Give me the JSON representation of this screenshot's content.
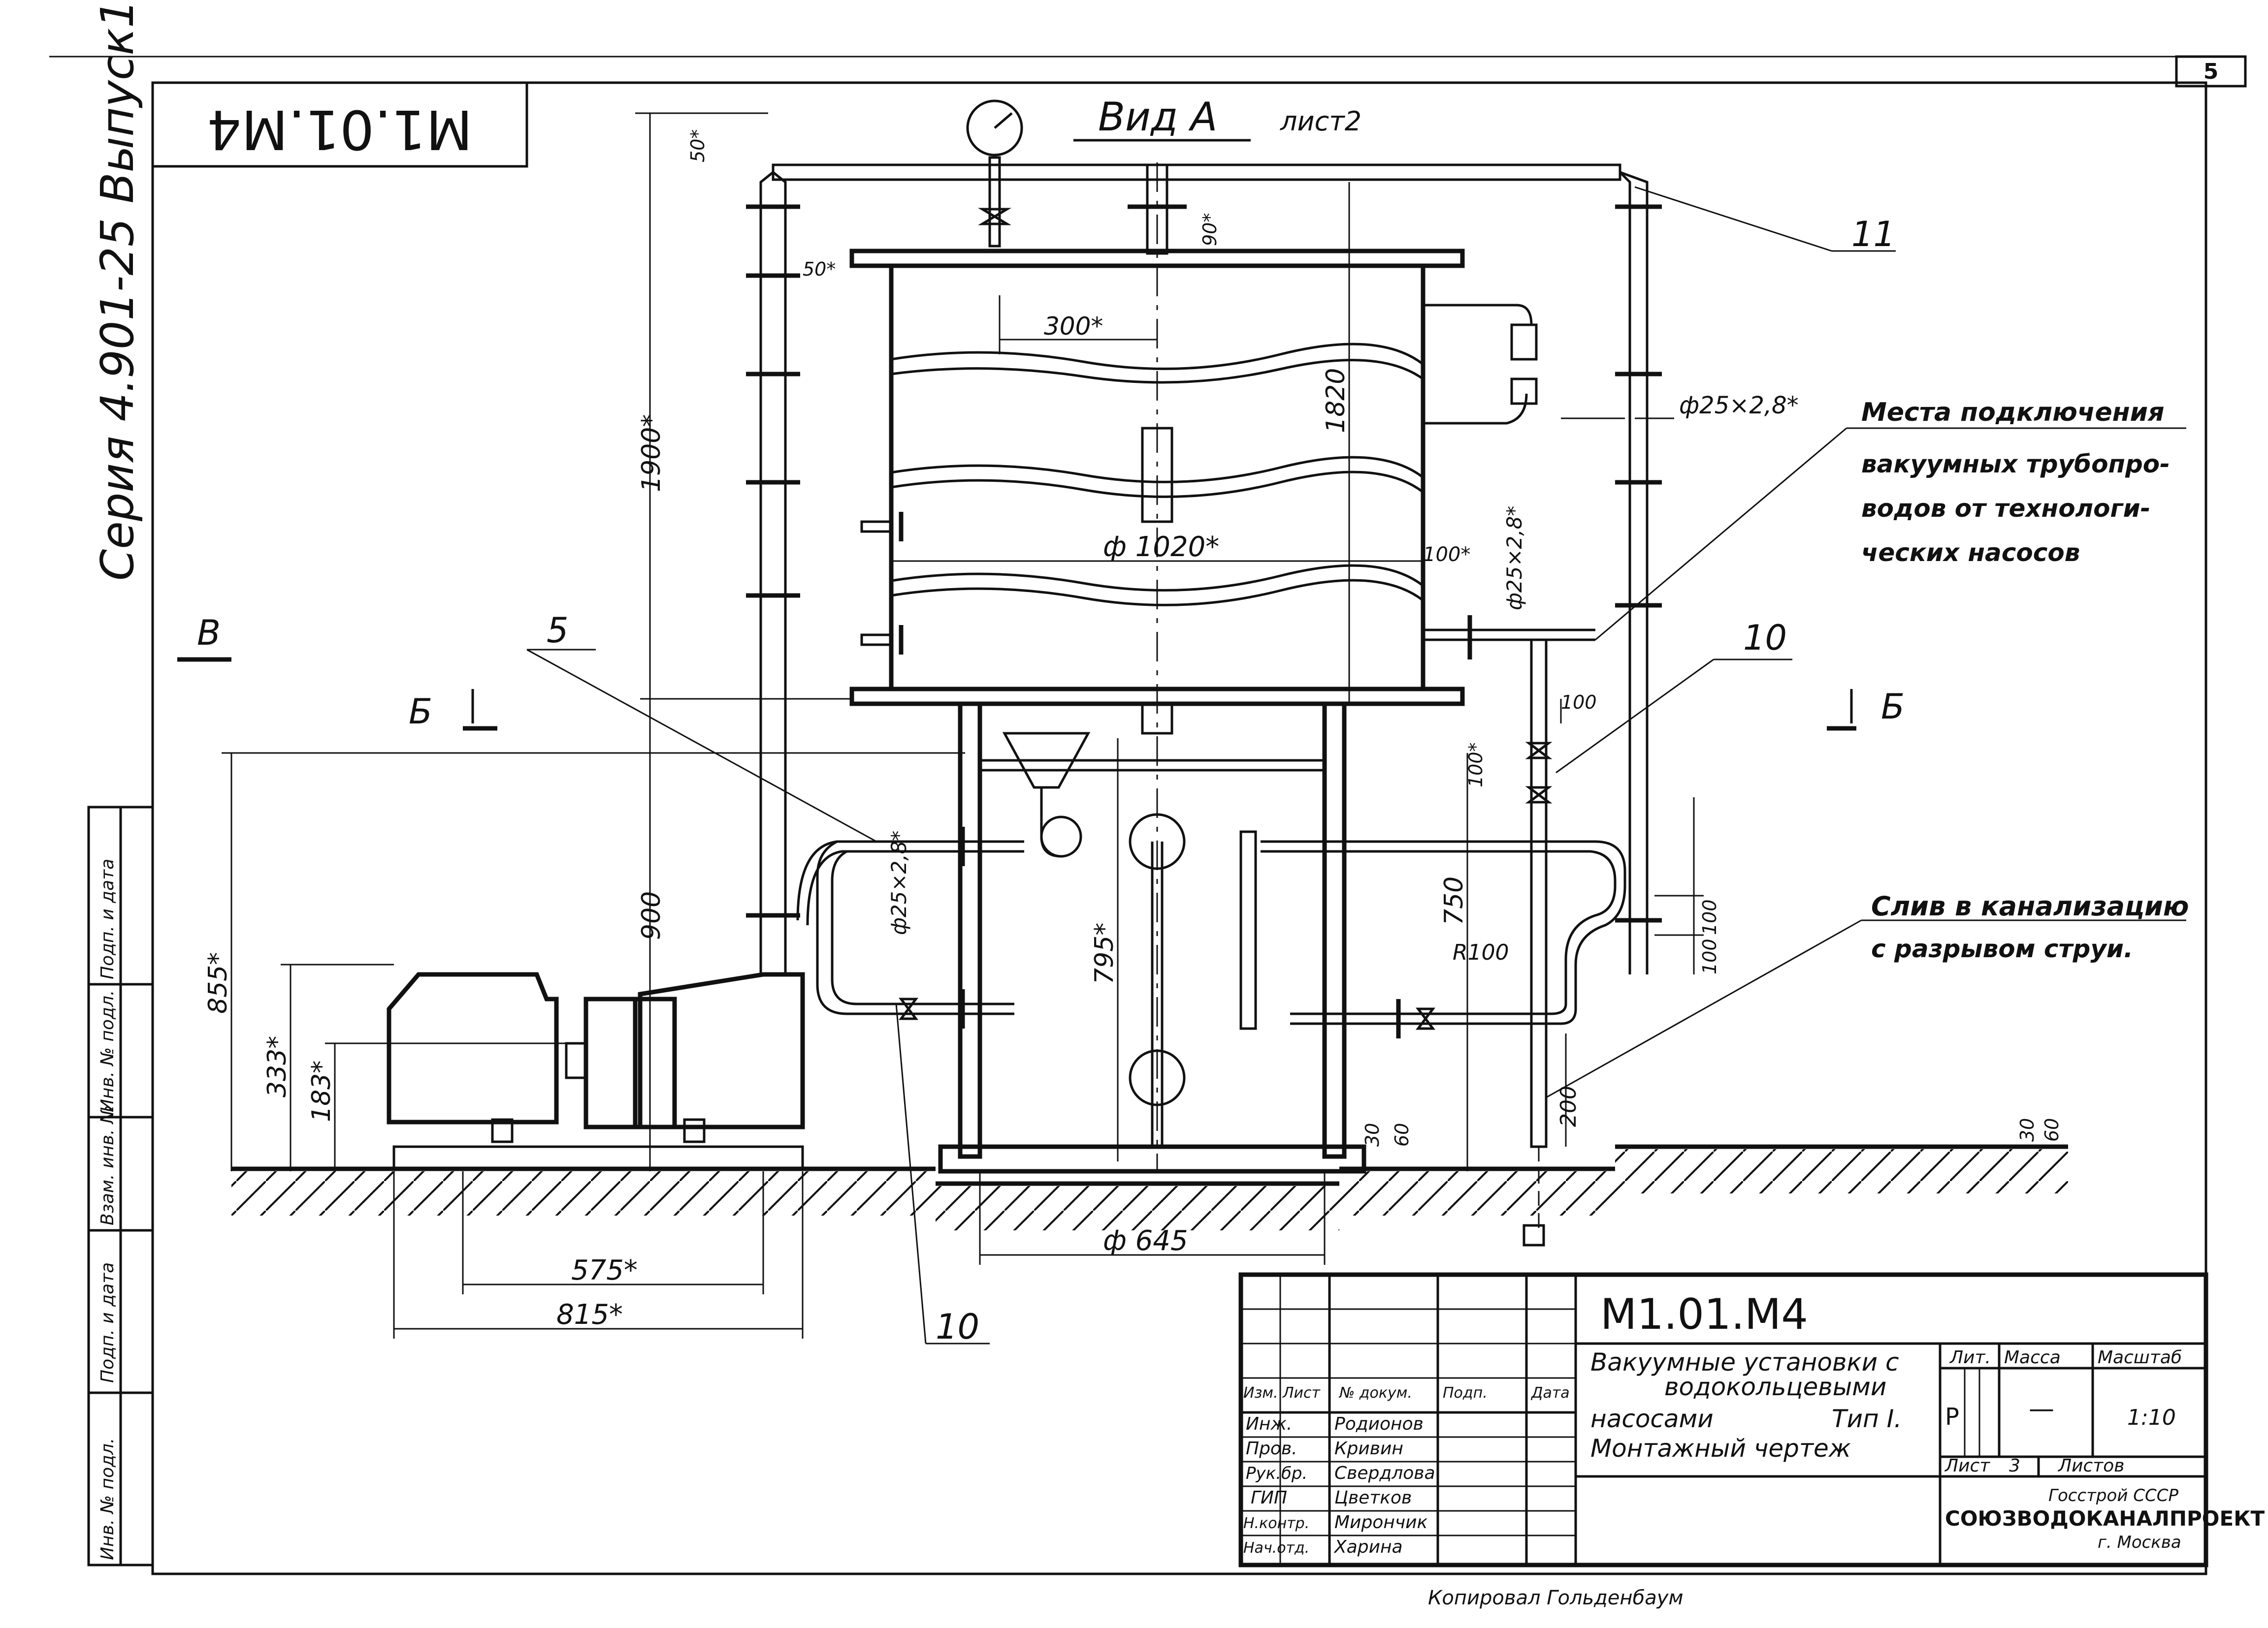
{
  "sheet": {
    "number": "5",
    "code_corner": "M1.01.M4",
    "series": "Серия 4.901-25 Выпуск1",
    "view_title": "Вид А",
    "view_ref": "лист2"
  },
  "side_strip": [
    "Инв. № подл.",
    "Подп. и дата",
    "Взам. инв. №",
    "Инв. № подл.",
    "Подп. и дата"
  ],
  "dimensions": {
    "d1900": "1900*",
    "d1820": "1820",
    "d900": "900",
    "d855": "855*",
    "d795": "795*",
    "d750": "750",
    "d333": "333*",
    "d183": "183*",
    "d575": "575*",
    "d815": "815*",
    "d645": "ф 645",
    "d1020": "ф 1020*",
    "d300": "300*",
    "d50a": "50*",
    "d50b": "50*",
    "d90": "90*",
    "d100a": "100*",
    "d100b": "100",
    "d100c": "100*",
    "d100d": "100",
    "d100e": "100",
    "d200": "200",
    "d30a": "30",
    "d60a": "60",
    "d30b": "30",
    "d60b": "60",
    "pipe_a": "ф25×2,8*",
    "pipe_b": "ф25×2,8*",
    "pipe_c": "ф25×2,8*",
    "radius": "R100"
  },
  "markers": {
    "section_b": "Б",
    "view_v": "В"
  },
  "callouts": {
    "n5": "5",
    "n10a": "10",
    "n10b": "10",
    "n11": "11",
    "connection_l1": "Места подключения",
    "connection_l2": "вакуумных трубопро-",
    "connection_l3": "водов от технологи-",
    "connection_l4": "ческих насосов",
    "drain_l1": "Слив в канализацию",
    "drain_l2": "с разрывом струи."
  },
  "title_block": {
    "code": "M1.01.M4",
    "title_l1": "Вакуумные установки с",
    "title_l2": "водокольцевыми",
    "title_l3": "насосами",
    "title_type": "Тип I.",
    "title_l4": "Монтажный чертеж",
    "headers": [
      "Изм.",
      "Лист",
      "№ докум.",
      "Подп.",
      "Дата"
    ],
    "roles": [
      {
        "role": "Инж.",
        "name": "Родионов"
      },
      {
        "role": "Пров.",
        "name": "Кривин"
      },
      {
        "role": "Рук.бр.",
        "name": "Свердлова"
      },
      {
        "role": "ГИП",
        "name": "Цветков"
      },
      {
        "role": "Н.контр.",
        "name": "Мирончик"
      },
      {
        "role": "Нач.отд.",
        "name": "Харина"
      }
    ],
    "lit_label": "Лит.",
    "mass_label": "Масса",
    "scale_label": "Масштаб",
    "lit_value": "Р",
    "mass_value": "—",
    "scale_value": "1:10",
    "sheet_label": "Лист",
    "sheet_value": "3",
    "sheets_label": "Листов",
    "org1": "Госстрой СССР",
    "org2": "СОЮЗВОДОКАНАЛПРОЕКТ",
    "org3": "г. Москва"
  },
  "footer": {
    "copied_by": "Копировал Гольденбаум"
  }
}
